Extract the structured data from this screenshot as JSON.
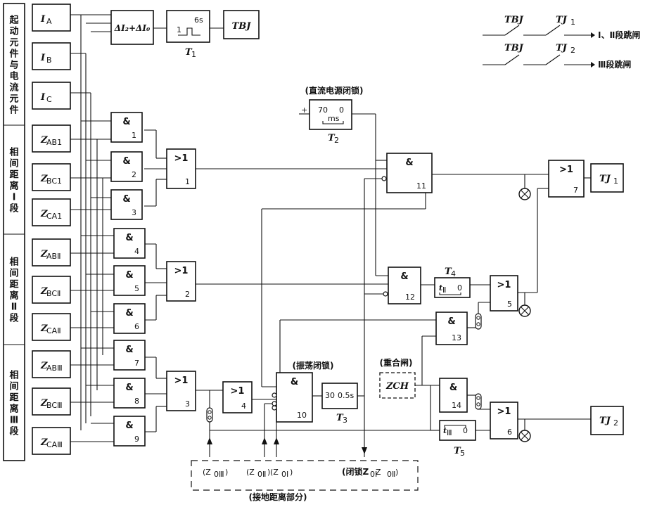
{
  "side_labels": [
    "起动元件与电流元件",
    "相间距离Ⅰ段",
    "相间距离Ⅱ段",
    "相间距离Ⅲ段"
  ],
  "inputs": [
    "I",
    "I",
    "I",
    "Z",
    "Z",
    "Z",
    "Z",
    "Z",
    "Z",
    "Z",
    "Z",
    "Z"
  ],
  "input_subs": [
    "A",
    "B",
    "C",
    "AB1",
    "BC1",
    "CA1",
    "ABⅡ",
    "BCⅡ",
    "CAⅡ",
    "ABⅢ",
    "BCⅢ",
    "CAⅢ"
  ],
  "and_symbol": "&",
  "or_symbol": ">1",
  "and_gate_numbers": [
    "1",
    "2",
    "3",
    "4",
    "5",
    "6",
    "7",
    "8",
    "9"
  ],
  "or_gate_numbers": [
    "1",
    "2",
    "3",
    "4"
  ],
  "delta_block": "ΔI₂+ΔI₀",
  "timer_t1": {
    "low": "1",
    "high": "6s",
    "label": "T",
    "sub": "1"
  },
  "tbj_block": "TBJ",
  "legend": {
    "row1": {
      "contact_a": "TBJ",
      "contact_b": "TJ",
      "contact_b_sub": "1",
      "text": "Ⅰ、Ⅱ段跳闸"
    },
    "row2": {
      "contact_a": "TBJ",
      "contact_b": "TJ",
      "contact_b_sub": "2",
      "text": "Ⅲ段跳闸"
    }
  },
  "dc_lock": {
    "caption": "(直流电源闭锁)",
    "plus": "+",
    "v1": "70",
    "v2": "0",
    "unit": "ms",
    "label": "T",
    "sub": "2"
  },
  "and11": "11",
  "and12": "12",
  "and13": "13",
  "and14": "14",
  "or5": "5",
  "or6": "6",
  "or7": "7",
  "timer_t4": {
    "label": "T",
    "sub": "4",
    "v1": "t",
    "v1_sub": "Ⅱ",
    "v2": "0"
  },
  "timer_t5": {
    "label": "T",
    "sub": "5",
    "v1": "t",
    "v1_sub": "Ⅲ",
    "v2": "0"
  },
  "timer_t3": {
    "label": "T",
    "sub": "3",
    "v1": "30",
    "v2": "0.5s"
  },
  "swing_lock": {
    "caption": "(振荡闭锁)",
    "and": "&",
    "num": "10"
  },
  "reclose": {
    "caption": "(重合闸)",
    "block": "ZCH"
  },
  "outputs": {
    "tj1": "TJ",
    "tj1_sub": "1",
    "tj2": "TJ",
    "tj2_sub": "2"
  },
  "ground_part": {
    "z3": "(Z",
    "z3_sub": "0Ⅲ",
    "z3_close": ")",
    "z2": "(Z",
    "z2_sub": "0Ⅱ",
    "z2_close": ")",
    "z1": "(Z",
    "z1_sub": "0Ⅰ",
    "z1_close": ")",
    "lock": "(闭锁Z",
    "lock_sub1": "0Ⅰ",
    "lock_mid": " Z",
    "lock_sub2": "0Ⅱ",
    "lock_close": ")",
    "caption": "(接地距离部分)"
  }
}
